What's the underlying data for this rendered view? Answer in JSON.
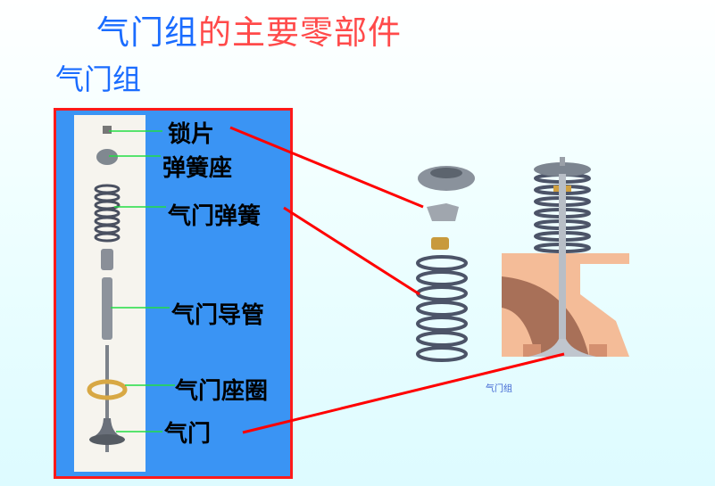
{
  "title": {
    "part1": "气门组",
    "part2": "的主要零部件"
  },
  "subtitle": "气门组",
  "labels": [
    "锁片",
    "弹簧座",
    "气门弹簧",
    "气门导管",
    "气门座圈",
    "气门"
  ],
  "caption": "气门组",
  "colors": {
    "title_blue": "#1a6cff",
    "title_red": "#ff4a4a",
    "panel_border": "#ff1a1a",
    "panel_fill": "#3a94f4",
    "leader_line": "#ff0000"
  }
}
